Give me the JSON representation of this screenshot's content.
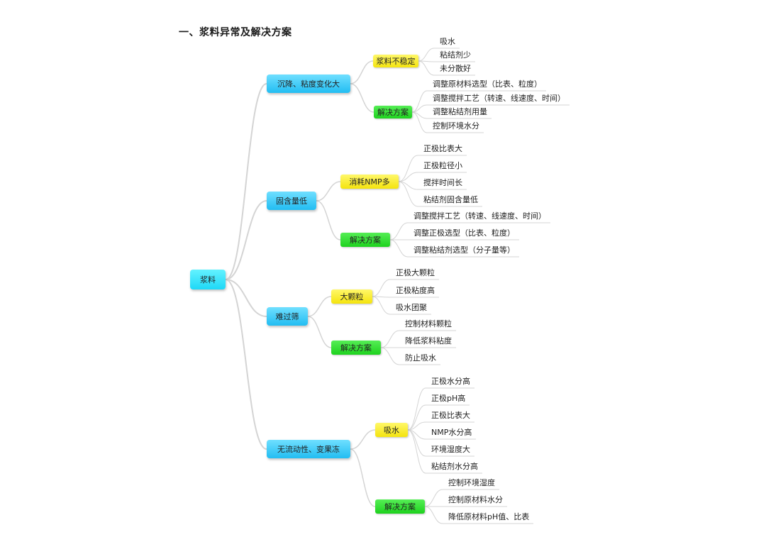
{
  "title": "一、浆料异常及解决方案",
  "root": "浆料",
  "branches": [
    {
      "label": "沉降、粘度变化大",
      "groups": [
        {
          "label": "浆料不稳定",
          "color": "yellow",
          "items": [
            "吸水",
            "粘结剂少",
            "未分散好"
          ]
        },
        {
          "label": "解决方案",
          "color": "green",
          "items": [
            "调整原材料选型（比表、粒度）",
            "调整搅拌工艺（转速、线速度、时间）",
            "调整粘结剂用量",
            "控制环境水分"
          ]
        }
      ]
    },
    {
      "label": "固含量低",
      "groups": [
        {
          "label": "消耗NMP多",
          "color": "yellow",
          "items": [
            "正极比表大",
            "正极粒径小",
            "搅拌时间长",
            "粘结剂固含量低"
          ]
        },
        {
          "label": "解决方案",
          "color": "green",
          "items": [
            "调整搅拌工艺（转速、线速度、时间）",
            "调整正极选型（比表、粒度）",
            "调整粘结剂选型（分子量等）"
          ]
        }
      ]
    },
    {
      "label": "难过筛",
      "groups": [
        {
          "label": "大颗粒",
          "color": "yellow",
          "items": [
            "正极大颗粒",
            "正极粘度高",
            "吸水团聚"
          ]
        },
        {
          "label": "解决方案",
          "color": "green",
          "items": [
            "控制材料颗粒",
            "降低浆料粘度",
            "防止吸水"
          ]
        }
      ]
    },
    {
      "label": "无流动性、变果冻",
      "groups": [
        {
          "label": "吸水",
          "color": "yellow",
          "items": [
            "正极水分高",
            "正极pH高",
            "正极比表大",
            "NMP水分高",
            "环境湿度大",
            "粘结剂水分高"
          ]
        },
        {
          "label": "解决方案",
          "color": "green",
          "items": [
            "控制环境湿度",
            "控制原材料水分",
            "降低原材料pH值、比表"
          ]
        }
      ]
    }
  ]
}
